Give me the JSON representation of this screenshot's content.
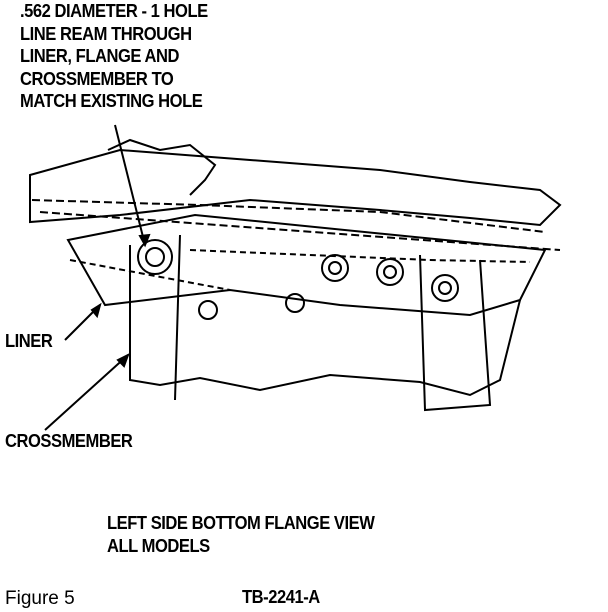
{
  "callout": {
    "lines": [
      ".562 DIAMETER - 1 HOLE",
      "LINE REAM THROUGH",
      "LINER, FLANGE AND",
      "CROSSMEMBER TO",
      "MATCH EXISTING HOLE"
    ]
  },
  "labels": {
    "liner": "LINER",
    "crossmember": "CROSSMEMBER"
  },
  "caption": {
    "line1": "LEFT SIDE BOTTOM FLANGE VIEW",
    "line2": "ALL MODELS"
  },
  "figure_label": "Figure 5",
  "doc_number": "TB-2241-A"
}
